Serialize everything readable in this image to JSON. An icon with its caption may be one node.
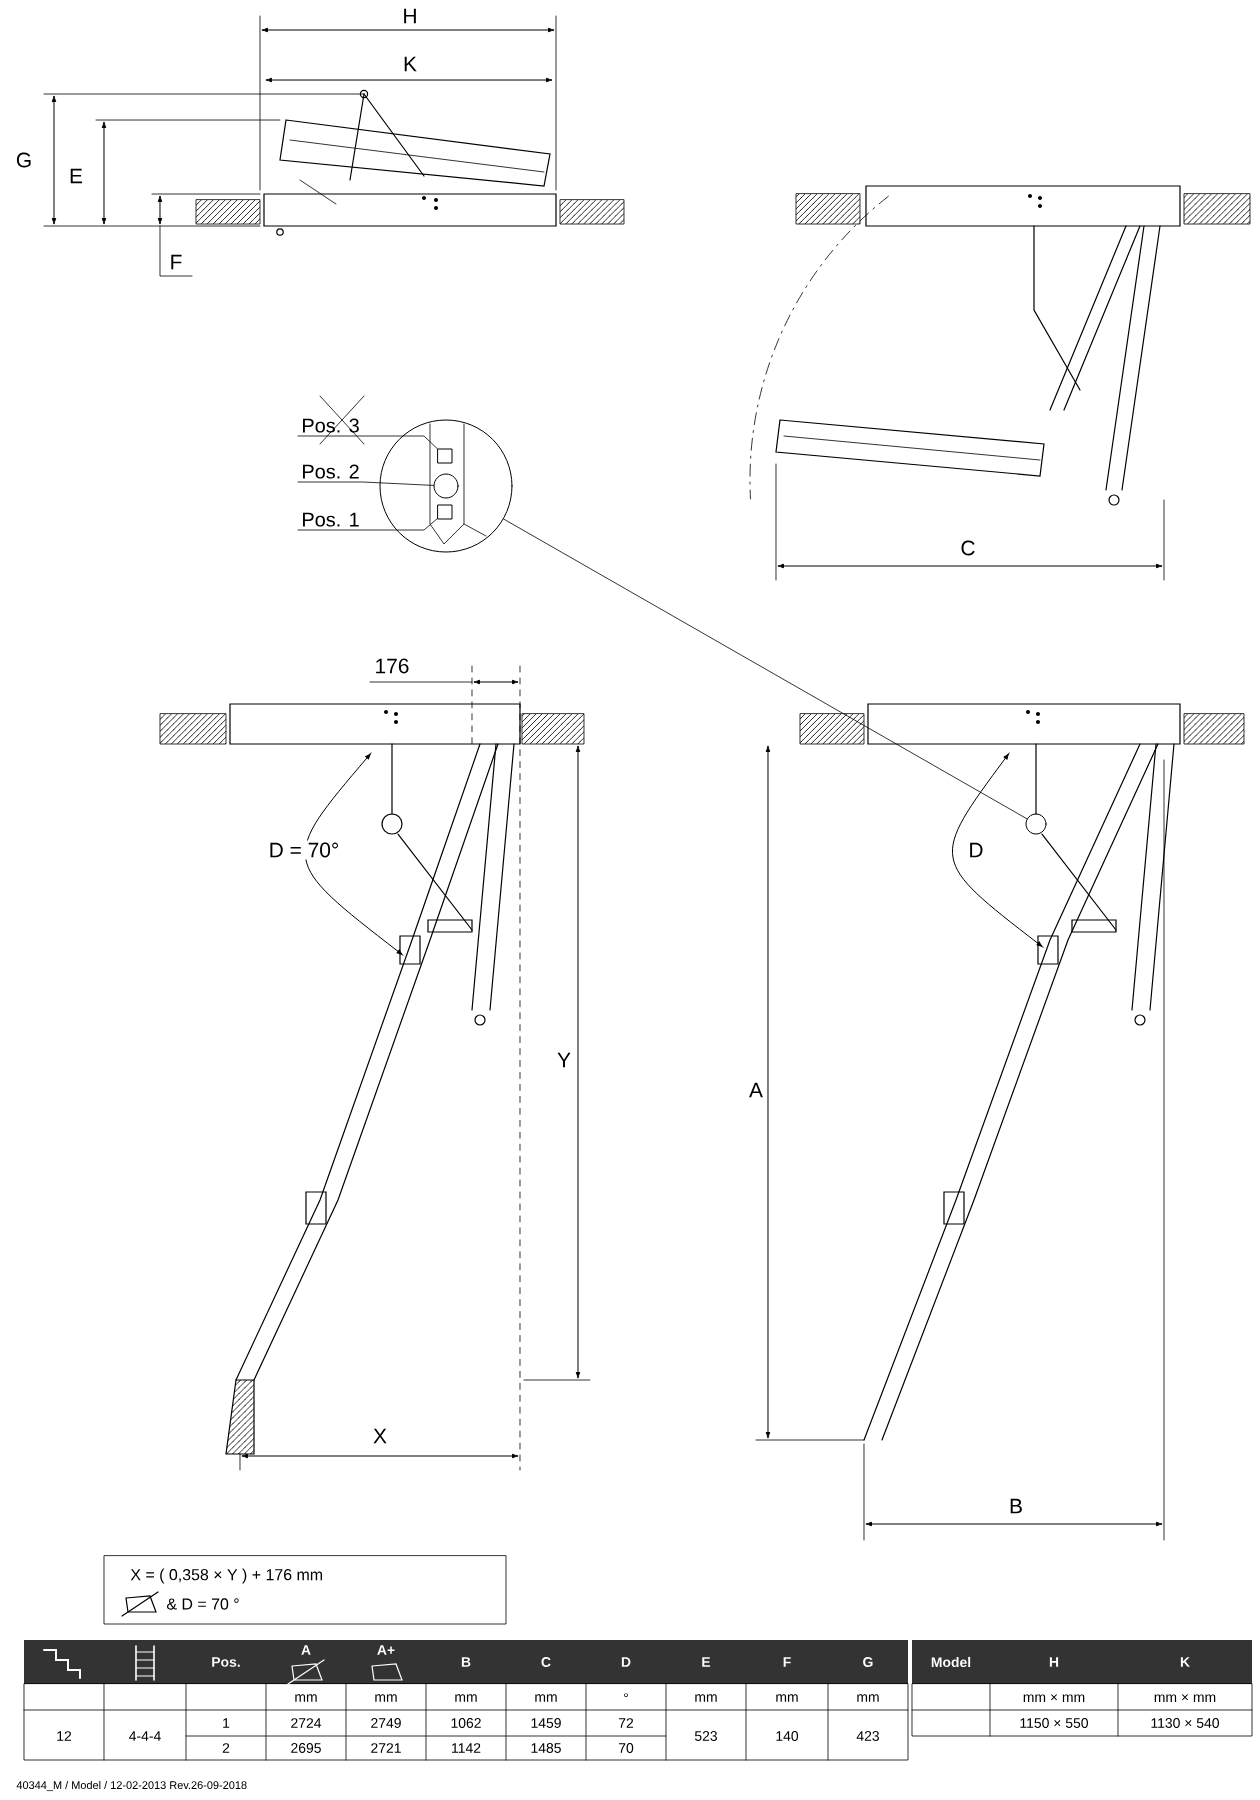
{
  "diagram": {
    "nodes": [
      {
        "text": [
          "Pos. 3"
        ]
      },
      {
        "text": [
          "Pos. 2"
        ]
      },
      {
        "text": [
          "Pos. 1"
        ]
      },
      {
        "text": [],
        "shape": "circle"
      },
      {
        "text": [],
        "shape": "box",
        "in": 3
      },
      {
        "text": [],
        "shape": "circle",
        "in": 3
      },
      {
        "text": [],
        "shape": "box",
        "in": 3
      },
      {
        "text": [],
        "shape": "circle"
      }
    ],
    "edges": [
      {
        "from": 0,
        "to": 4,
        "arrow": "none"
      },
      {
        "from": 1,
        "to": 5,
        "arrow": "none"
      },
      {
        "from": 2,
        "to": 6,
        "arrow": "none"
      },
      {
        "from": 3,
        "to": 7,
        "arrow": "none"
      }
    ],
    "labels": [
      "H",
      "K",
      "G",
      "E",
      "F",
      "C",
      "176",
      "D = 70°",
      "Y",
      "X",
      "A",
      "D",
      "B",
      "X = ( 0,358 × Y ) + 176 mm",
      "& D = 70 °",
      "Pos.",
      "A",
      "A+",
      "B",
      "C",
      "D",
      "E",
      "F",
      "G",
      "Model",
      "H",
      "K",
      "mm",
      "mm",
      "mm",
      "mm",
      "°",
      "mm",
      "mm",
      "mm",
      "mm × mm",
      "mm × mm",
      "12",
      "4-4-4",
      "1",
      "2724",
      "2749",
      "1062",
      "1459",
      "72",
      "523",
      "140",
      "423",
      "1150 × 550",
      "1130 × 540",
      "2",
      "2695",
      "2721",
      "1142",
      "1485",
      "70",
      "40344_M / Model / 12-02-2013 Rev.26-09-2018"
    ]
  }
}
